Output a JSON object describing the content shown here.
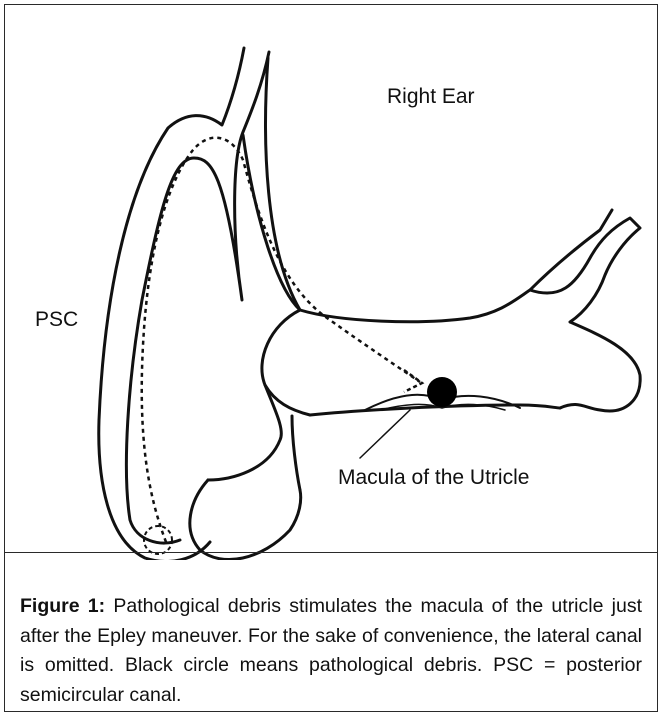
{
  "labels": {
    "right_ear": "Right Ear",
    "psc": "PSC",
    "macula": "Macula of the Utricle"
  },
  "caption": {
    "prefix": "Figure 1:",
    "text": "Pathological debris stimulates the macula of the utricle just after the Epley maneuver. For the sake of convenience, the lateral canal is omitted. Black circle means pathological debris. PSC = posterior semicircular canal."
  }
}
